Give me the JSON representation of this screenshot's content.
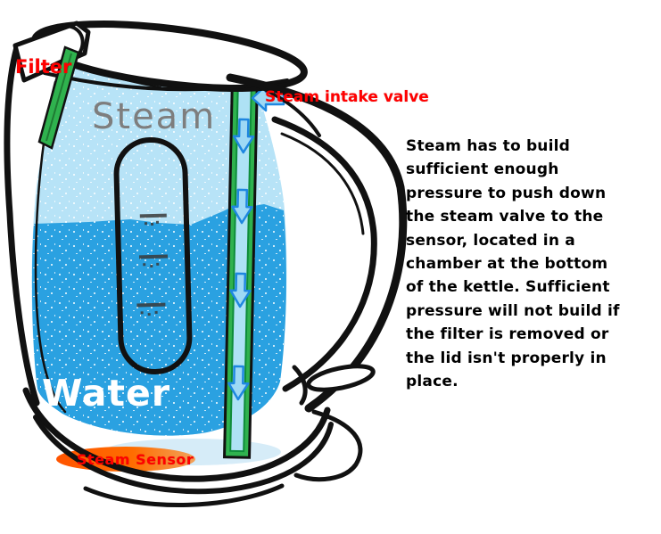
{
  "diagram": {
    "title": "Electric kettle steam shut-off diagram",
    "labels": {
      "filter": "Filter",
      "steam_intake_valve": "Steam intake valve",
      "steam": "Steam",
      "water": "Water",
      "steam_sensor": "Steam Sensor"
    },
    "description_lines": [
      "Steam has to build",
      "sufficient enough",
      "pressure to push down",
      "the steam valve to the",
      "sensor, located in a",
      "chamber at the bottom",
      "of the kettle. Sufficient",
      "pressure will not build if",
      "the filter is removed or",
      "the lid isn't properly in",
      "place."
    ],
    "colors": {
      "steam_fill": "#b7e3f7",
      "water_fill": "#2aa1e1",
      "tube_green": "#2fb24e",
      "tube_channel": "#aee2f5",
      "filter_green": "#2fb24e",
      "arrow_fill": "#9ed9f5",
      "arrow_stroke": "#1e87e0",
      "label_red": "#ff0000",
      "sensor_orange_deep": "#ff5400",
      "sensor_orange": "#ff6d00",
      "sensor_orange_light": "#f2a25c",
      "steam_text": "#7e7e7e",
      "water_text": "#ffffff",
      "outline": "#111111"
    }
  }
}
